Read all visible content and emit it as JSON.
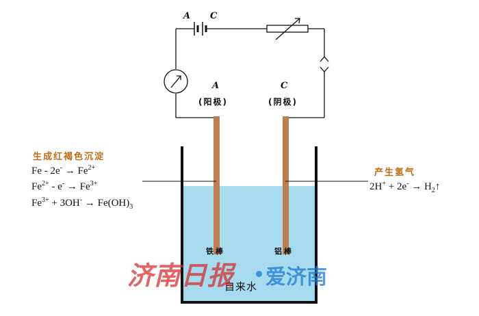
{
  "circuit": {
    "battery_left_label": "A",
    "battery_right_label": "C"
  },
  "electrodes": {
    "anode": {
      "letter": "A",
      "role": "(阳极)",
      "material": "铁棒"
    },
    "cathode": {
      "letter": "C",
      "role": "(阴极)",
      "material": "铝棒"
    }
  },
  "left_reactions": {
    "title": "生成红褐色沉淀",
    "eq1": {
      "a": "Fe - 2e",
      "a_sup": "-",
      "b": " → Fe",
      "b_sup": "2+"
    },
    "eq2": {
      "a": "Fe",
      "a_sup": "2+",
      "b": " - e",
      "b_sup": "-",
      "c": " → Fe",
      "c_sup": "3+"
    },
    "eq3": {
      "a": "Fe",
      "a_sup": "3+",
      "b": " + 3OH",
      "b_sup": "-",
      "c": " → Fe(OH)",
      "c_sub": "3"
    }
  },
  "right_reactions": {
    "title": "产生氢气",
    "eq1": {
      "a": "2H",
      "a_sup": "+",
      "b": " + 2e",
      "b_sup": "-",
      "c": " → H",
      "c_sub": "2",
      "d": "↑"
    }
  },
  "beaker": {
    "water_label": "自来水"
  },
  "watermark": {
    "left": "济南日报",
    "right": "爱济南"
  },
  "colors": {
    "water": "#a6dced",
    "electrode": "#c07d50",
    "outline": "#111111",
    "label_orange": "#c06a12",
    "watermark_red": "#d72828",
    "watermark_blue": "#1e78d7"
  }
}
